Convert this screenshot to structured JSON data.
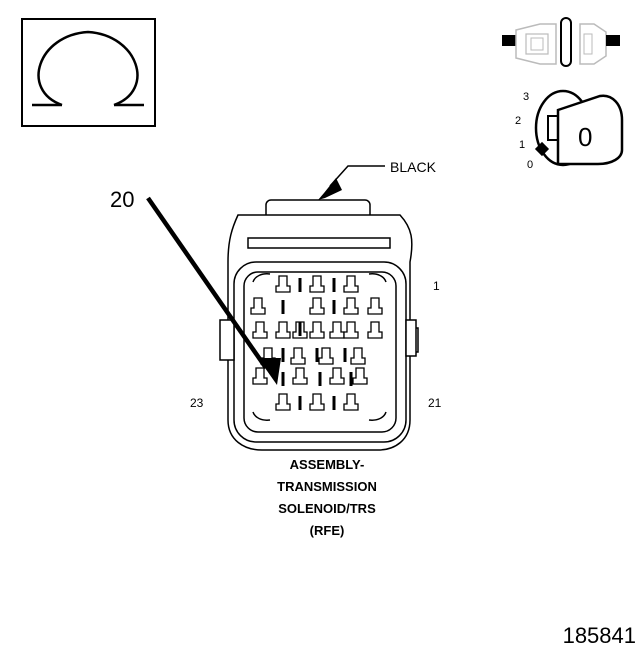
{
  "symbol": {
    "glyph": "Ω",
    "icon": "ohm-icon"
  },
  "connector": {
    "color_label": "BLACK",
    "pin_callout": "20",
    "pin_labels": {
      "top_right": "1",
      "bottom_left": "23",
      "bottom_right": "21"
    },
    "title_lines": [
      "ASSEMBLY-",
      "TRANSMISSION",
      "SOLENOID/TRS",
      "(RFE)"
    ]
  },
  "ignition_switch": {
    "positions": [
      "3",
      "2",
      "1",
      "0"
    ],
    "current_position": "0",
    "icons": [
      "connector-disconnected-icon",
      "ignition-key-icon"
    ]
  },
  "figure_number": "185841"
}
